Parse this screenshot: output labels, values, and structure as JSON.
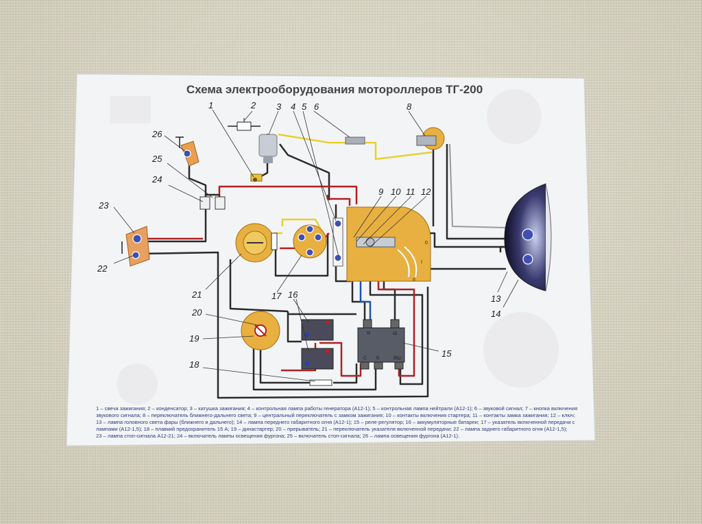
{
  "title": "Схема электрооборудования мотороллеров ТГ-200",
  "callouts": [
    "1",
    "2",
    "3",
    "4",
    "5",
    "6",
    "8",
    "9",
    "10",
    "11",
    "12",
    "13",
    "14",
    "15",
    "16",
    "17",
    "18",
    "19",
    "20",
    "21",
    "22",
    "23",
    "24",
    "25",
    "26"
  ],
  "legend": [
    "1 – свеча зажигания; 2 – конденсатор; 3 – катушка зажигания; 4 – контрольная лампа работы генератора (А12-1); 5 – контрольная лампа нейтрали (А12-1); 6 – звуковой сигнал; 7 – кнопка включения",
    "звукового сигнала; 8 – переключатель ближнего-дальнего света; 9 – центральный переключатель с замком зажигания; 10 – контакты включения стартера; 11 – контакты замка зажигания; 12 – ключ;",
    "13 – лампа головного света фары (ближнего и дальнего); 14 – лампа переднего габаритного огня (А12-1); 15 – реле-регулятор; 16 – аккумуляторные батареи; 17 – указатель включенной передачи с",
    "лампами (А12-1,5); 18 – плавкий предохранитель 15 А; 19 – династартер; 20 – прерыватель; 21 – переключатель указателя включенной передачи; 22 – лампа заднего габаритного огня (А12-1,5);",
    "23 – лампа стоп-сигнала А12-21; 24 – включатель лампы освещения фургона; 25 – включатель стоп-сигнала; 26 – лампа освещения фургона (А12-1)."
  ],
  "regulator_terminals": {
    "top_left": "Я",
    "top_right": "Ш",
    "bottom_left": "С",
    "bottom_mid": "Б",
    "bottom_right": "ВШ"
  },
  "switch_marks": [
    "0",
    "I",
    "II"
  ],
  "colors": {
    "paper": "#f4f5f7",
    "component": "#e8b040",
    "wire_dark": "#2a2a2a",
    "wire_red": "#b02020",
    "wire_yellow": "#e8d030",
    "wire_blue": "#2050b0",
    "headlamp": "#2a2a55"
  }
}
